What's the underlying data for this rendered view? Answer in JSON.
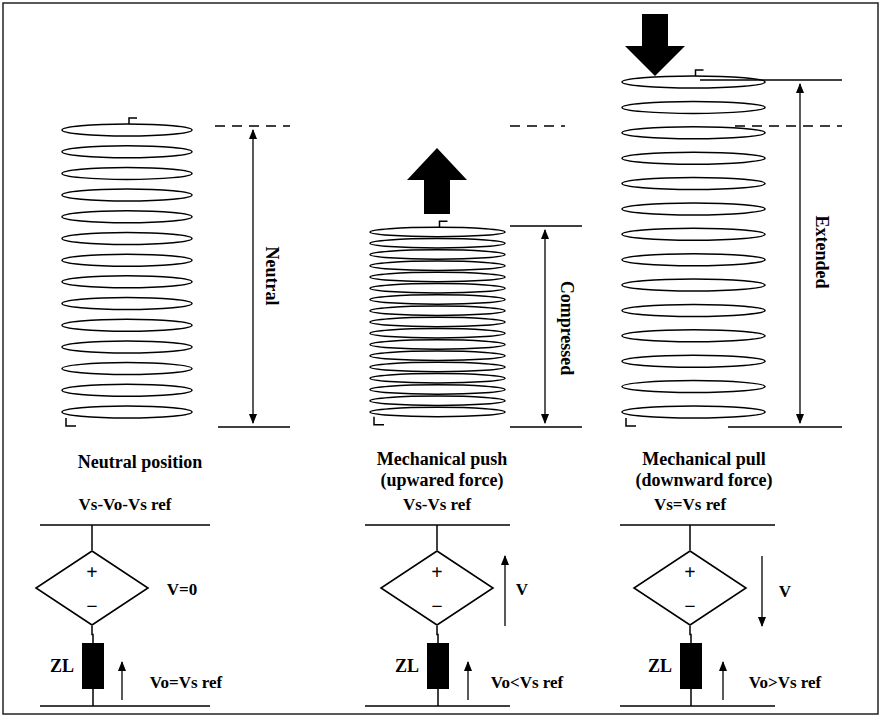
{
  "diagram": {
    "nodes": [
      {
        "text": [
          "+",
          "−"
        ]
      },
      {
        "text": [
          "ZL"
        ]
      },
      {
        "text": [
          "+",
          "−"
        ]
      },
      {
        "text": [
          "ZL"
        ]
      },
      {
        "text": [
          "+",
          "−"
        ]
      },
      {
        "text": [
          "ZL"
        ]
      }
    ],
    "edges": [
      {
        "from": 0,
        "to": 1,
        "arrow": "none"
      },
      {
        "from": 2,
        "to": 3,
        "arrow": "none"
      },
      {
        "from": 4,
        "to": 5,
        "arrow": "none"
      }
    ],
    "labels": [
      "Neutral",
      "Compressed",
      "Extended",
      "Neutral position",
      "Mechanical push (upwared force)",
      "Mechanical pull (downward force)",
      "Vs-Vo-Vs ref",
      "Vs-Vs ref",
      "Vs=Vs ref",
      "V=0",
      "Vo=Vs ref",
      "V",
      "Vo<Vs ref",
      "V",
      "Vo>Vs ref"
    ]
  }
}
